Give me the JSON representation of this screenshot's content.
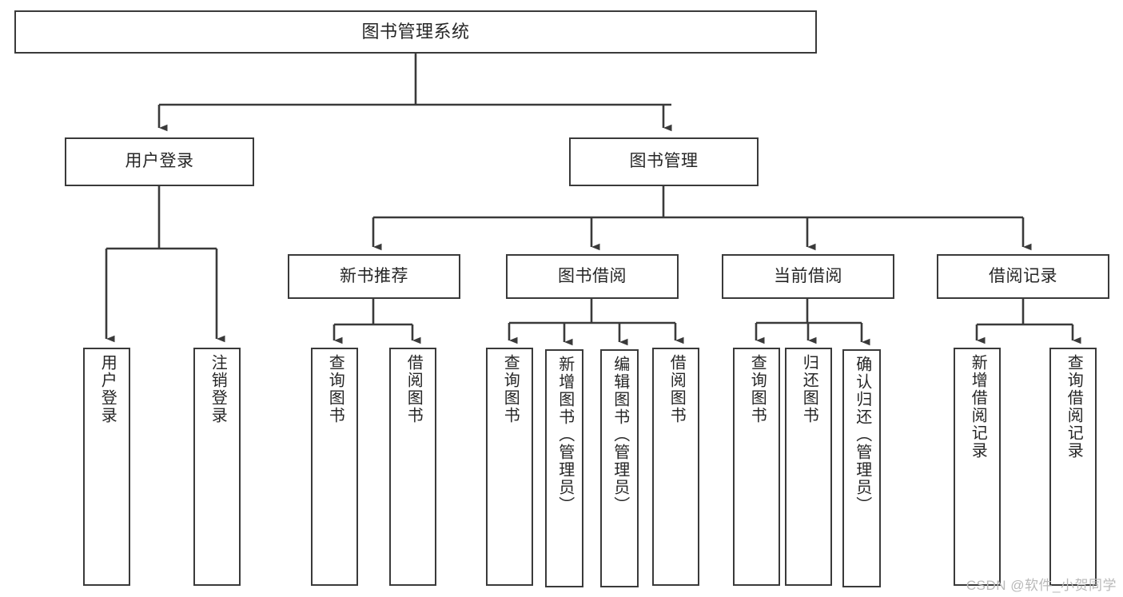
{
  "diagram": {
    "type": "hierarchy-tree",
    "title": "图书管理系统",
    "levels": 3,
    "root": {
      "label": "图书管理系统"
    },
    "level1": [
      {
        "label": "用户登录"
      },
      {
        "label": "图书管理"
      }
    ],
    "level2": [
      {
        "label": "新书推荐"
      },
      {
        "label": "图书借阅"
      },
      {
        "label": "当前借阅"
      },
      {
        "label": "借阅记录"
      }
    ],
    "leaves": {
      "user_login": [
        {
          "label": "用户登录"
        },
        {
          "label": "注销登录"
        }
      ],
      "new_book_recommend": [
        {
          "label": "查询图书"
        },
        {
          "label": "借阅图书"
        }
      ],
      "book_borrow": [
        {
          "label": "查询图书"
        },
        {
          "label": "新增图书（管理员）"
        },
        {
          "label": "编辑图书（管理员）"
        },
        {
          "label": "借阅图书"
        }
      ],
      "current_borrow": [
        {
          "label": "查询图书"
        },
        {
          "label": "归还图书"
        },
        {
          "label": "确认归还（管理员）"
        }
      ],
      "borrow_record": [
        {
          "label": "新增借阅记录"
        },
        {
          "label": "查询借阅记录"
        }
      ]
    }
  },
  "watermark": {
    "text": "CSDN @软件_小贺同学"
  },
  "colors": {
    "border": "#3a3a3a",
    "text": "#262626",
    "background": "#ffffff",
    "watermark": "#b9b9b9"
  }
}
